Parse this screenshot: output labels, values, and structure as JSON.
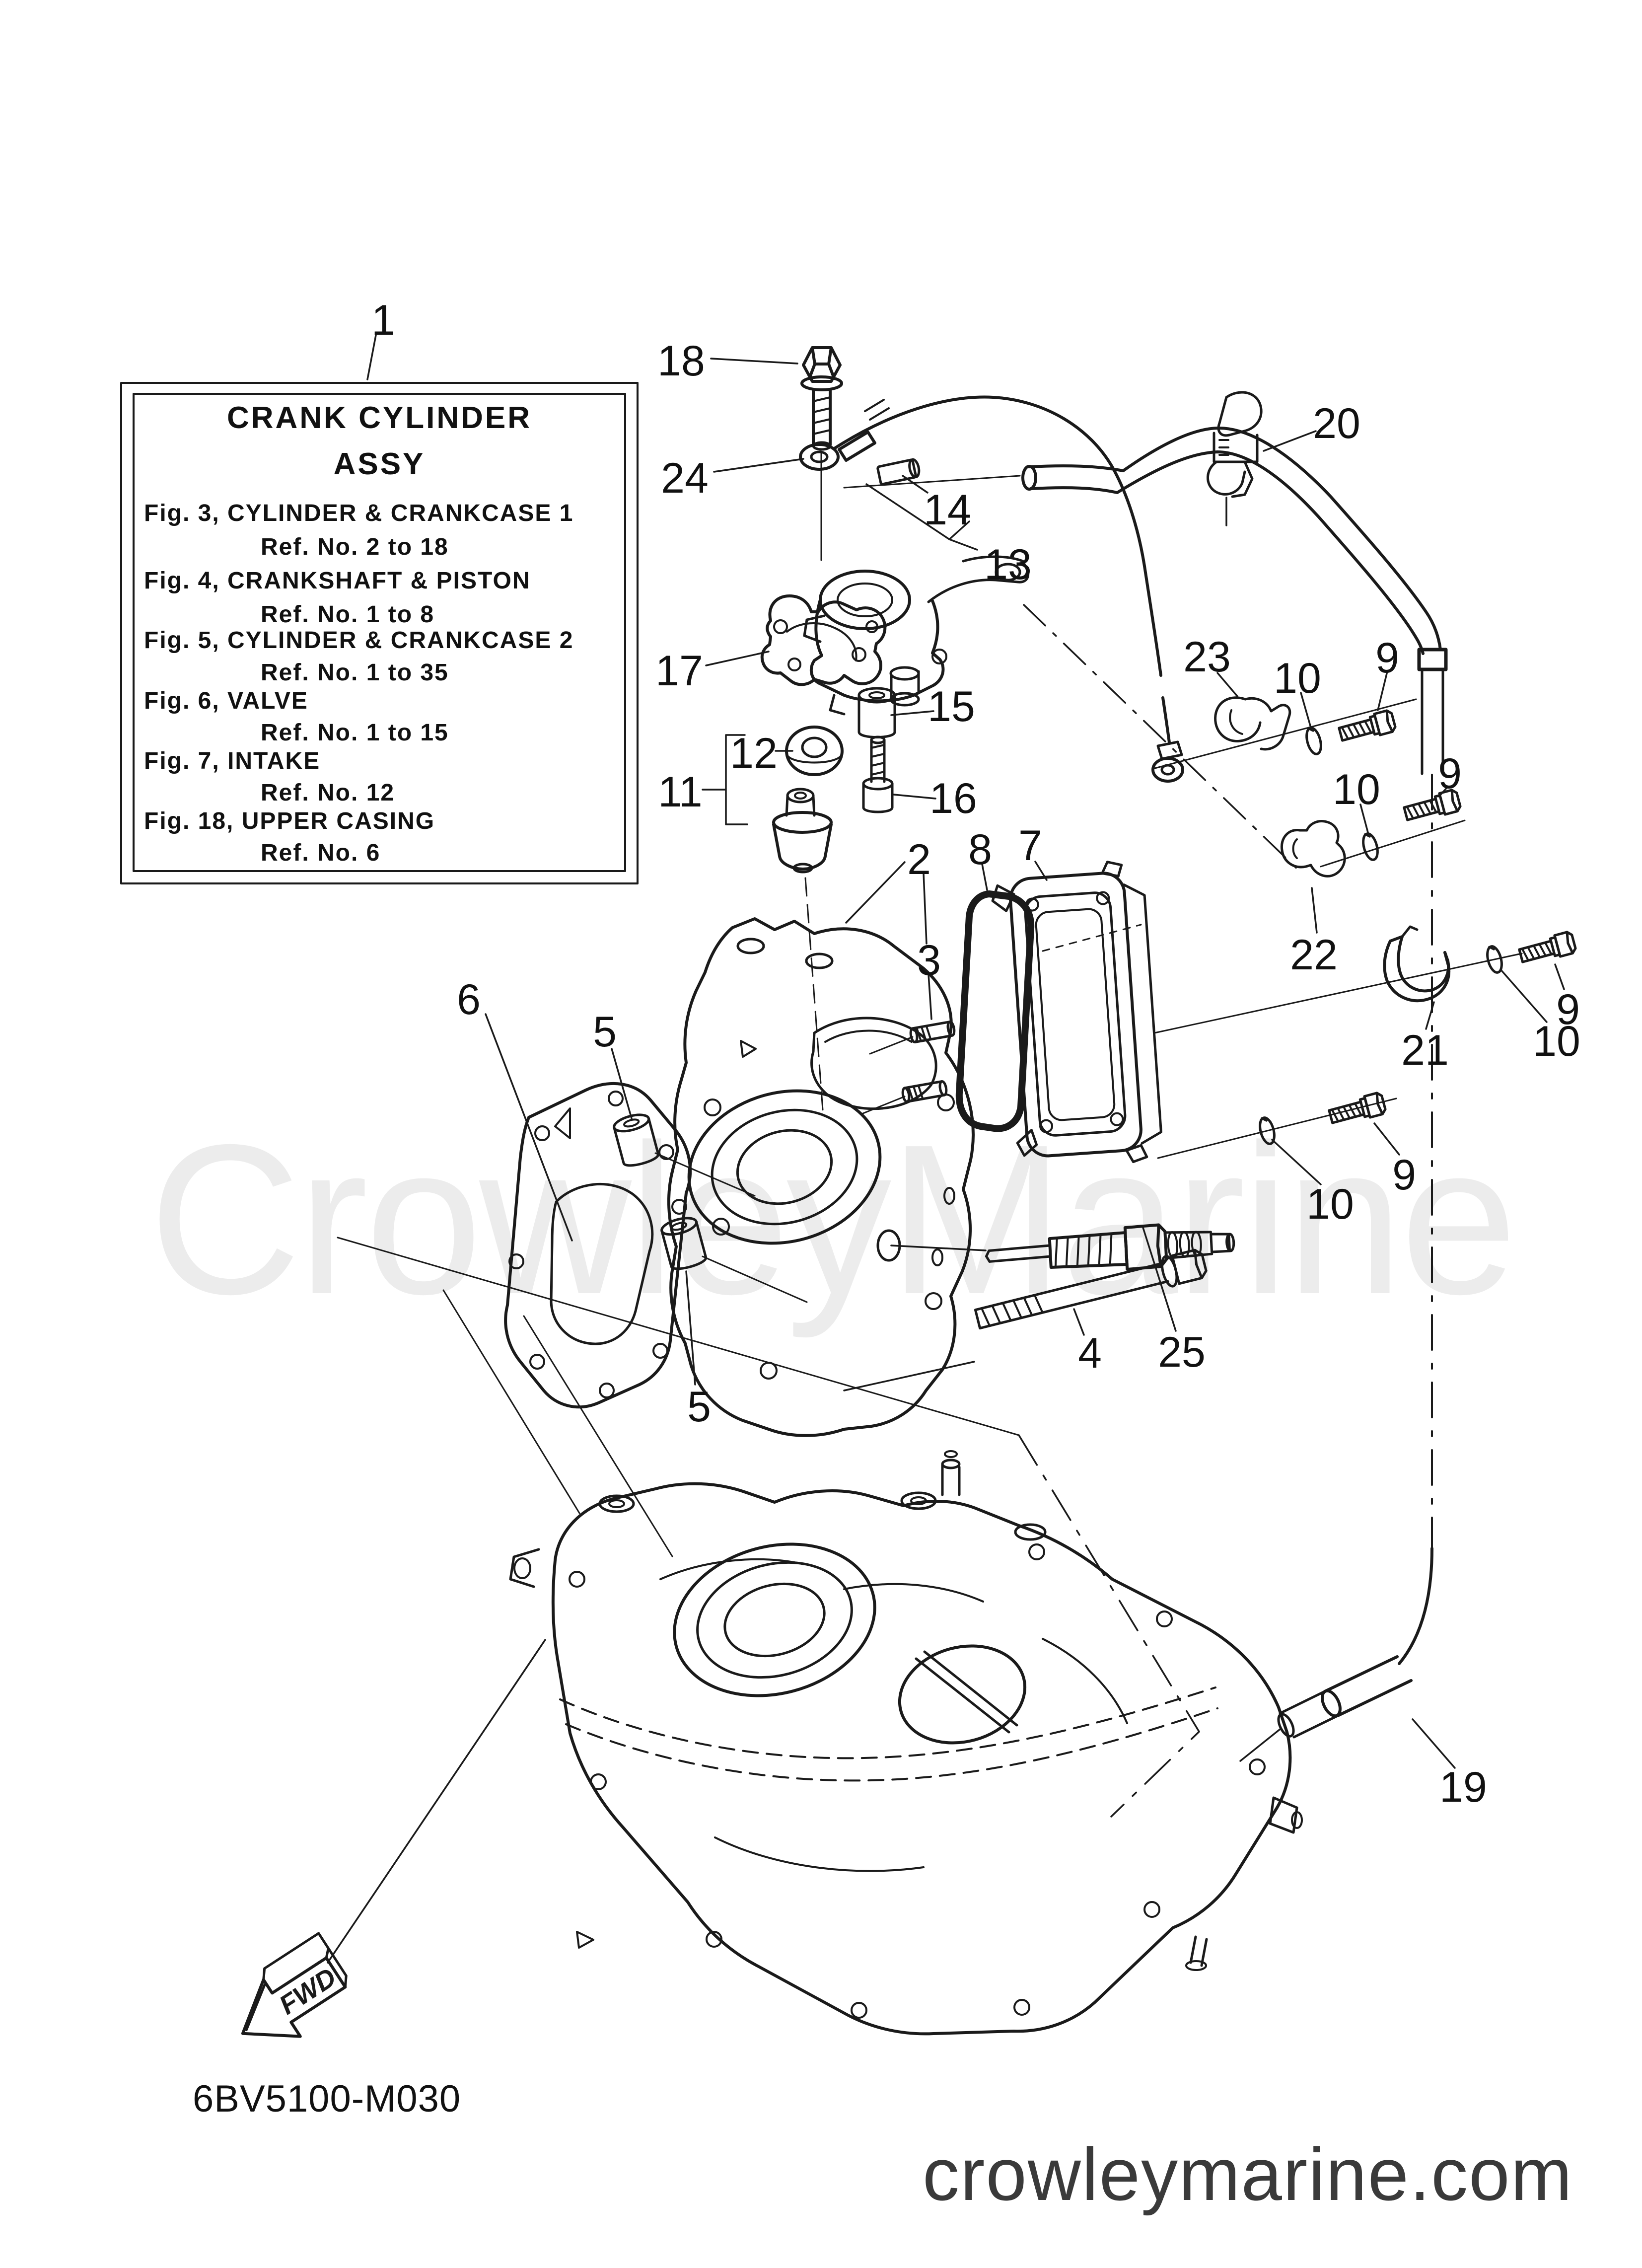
{
  "info_box": {
    "title_line1": "CRANK CYLINDER",
    "title_line2": "ASSY",
    "entries": [
      {
        "fig": "Fig. 3, CYLINDER & CRANKCASE 1",
        "ref": "Ref. No. 2 to 18"
      },
      {
        "fig": "Fig. 4, CRANKSHAFT & PISTON",
        "ref": "Ref. No. 1 to 8"
      },
      {
        "fig": "Fig. 5, CYLINDER & CRANKCASE 2",
        "ref": "Ref. No. 1 to 35"
      },
      {
        "fig": "Fig. 6, VALVE",
        "ref": "Ref. No. 1 to 15"
      },
      {
        "fig": "Fig. 7, INTAKE",
        "ref": "Ref. No. 12"
      },
      {
        "fig": "Fig. 18, UPPER CASING",
        "ref": "Ref. No. 6"
      }
    ]
  },
  "callouts": [
    {
      "label": "1"
    },
    {
      "label": "18"
    },
    {
      "label": "24"
    },
    {
      "label": "20"
    },
    {
      "label": "14"
    },
    {
      "label": "13"
    },
    {
      "label": "17"
    },
    {
      "label": "23"
    },
    {
      "label": "10"
    },
    {
      "label": "9"
    },
    {
      "label": "15"
    },
    {
      "label": "12"
    },
    {
      "label": "16"
    },
    {
      "label": "11"
    },
    {
      "label": "10"
    },
    {
      "label": "9"
    },
    {
      "label": "2"
    },
    {
      "label": "8"
    },
    {
      "label": "7"
    },
    {
      "label": "22"
    },
    {
      "label": "3"
    },
    {
      "label": "6"
    },
    {
      "label": "5"
    },
    {
      "label": "21"
    },
    {
      "label": "10"
    },
    {
      "label": "9"
    },
    {
      "label": "10"
    },
    {
      "label": "9"
    },
    {
      "label": "25"
    },
    {
      "label": "5"
    },
    {
      "label": "4"
    },
    {
      "label": "19"
    }
  ],
  "drawing_code": "6BV5100-M030",
  "watermark": "CrowleyMarine",
  "website": "crowleymarine.com",
  "fwd_label": "FWD",
  "colors": {
    "line": "#1a1a1a",
    "watermark": "#ececec",
    "footer_text": "#3a3a3a"
  }
}
